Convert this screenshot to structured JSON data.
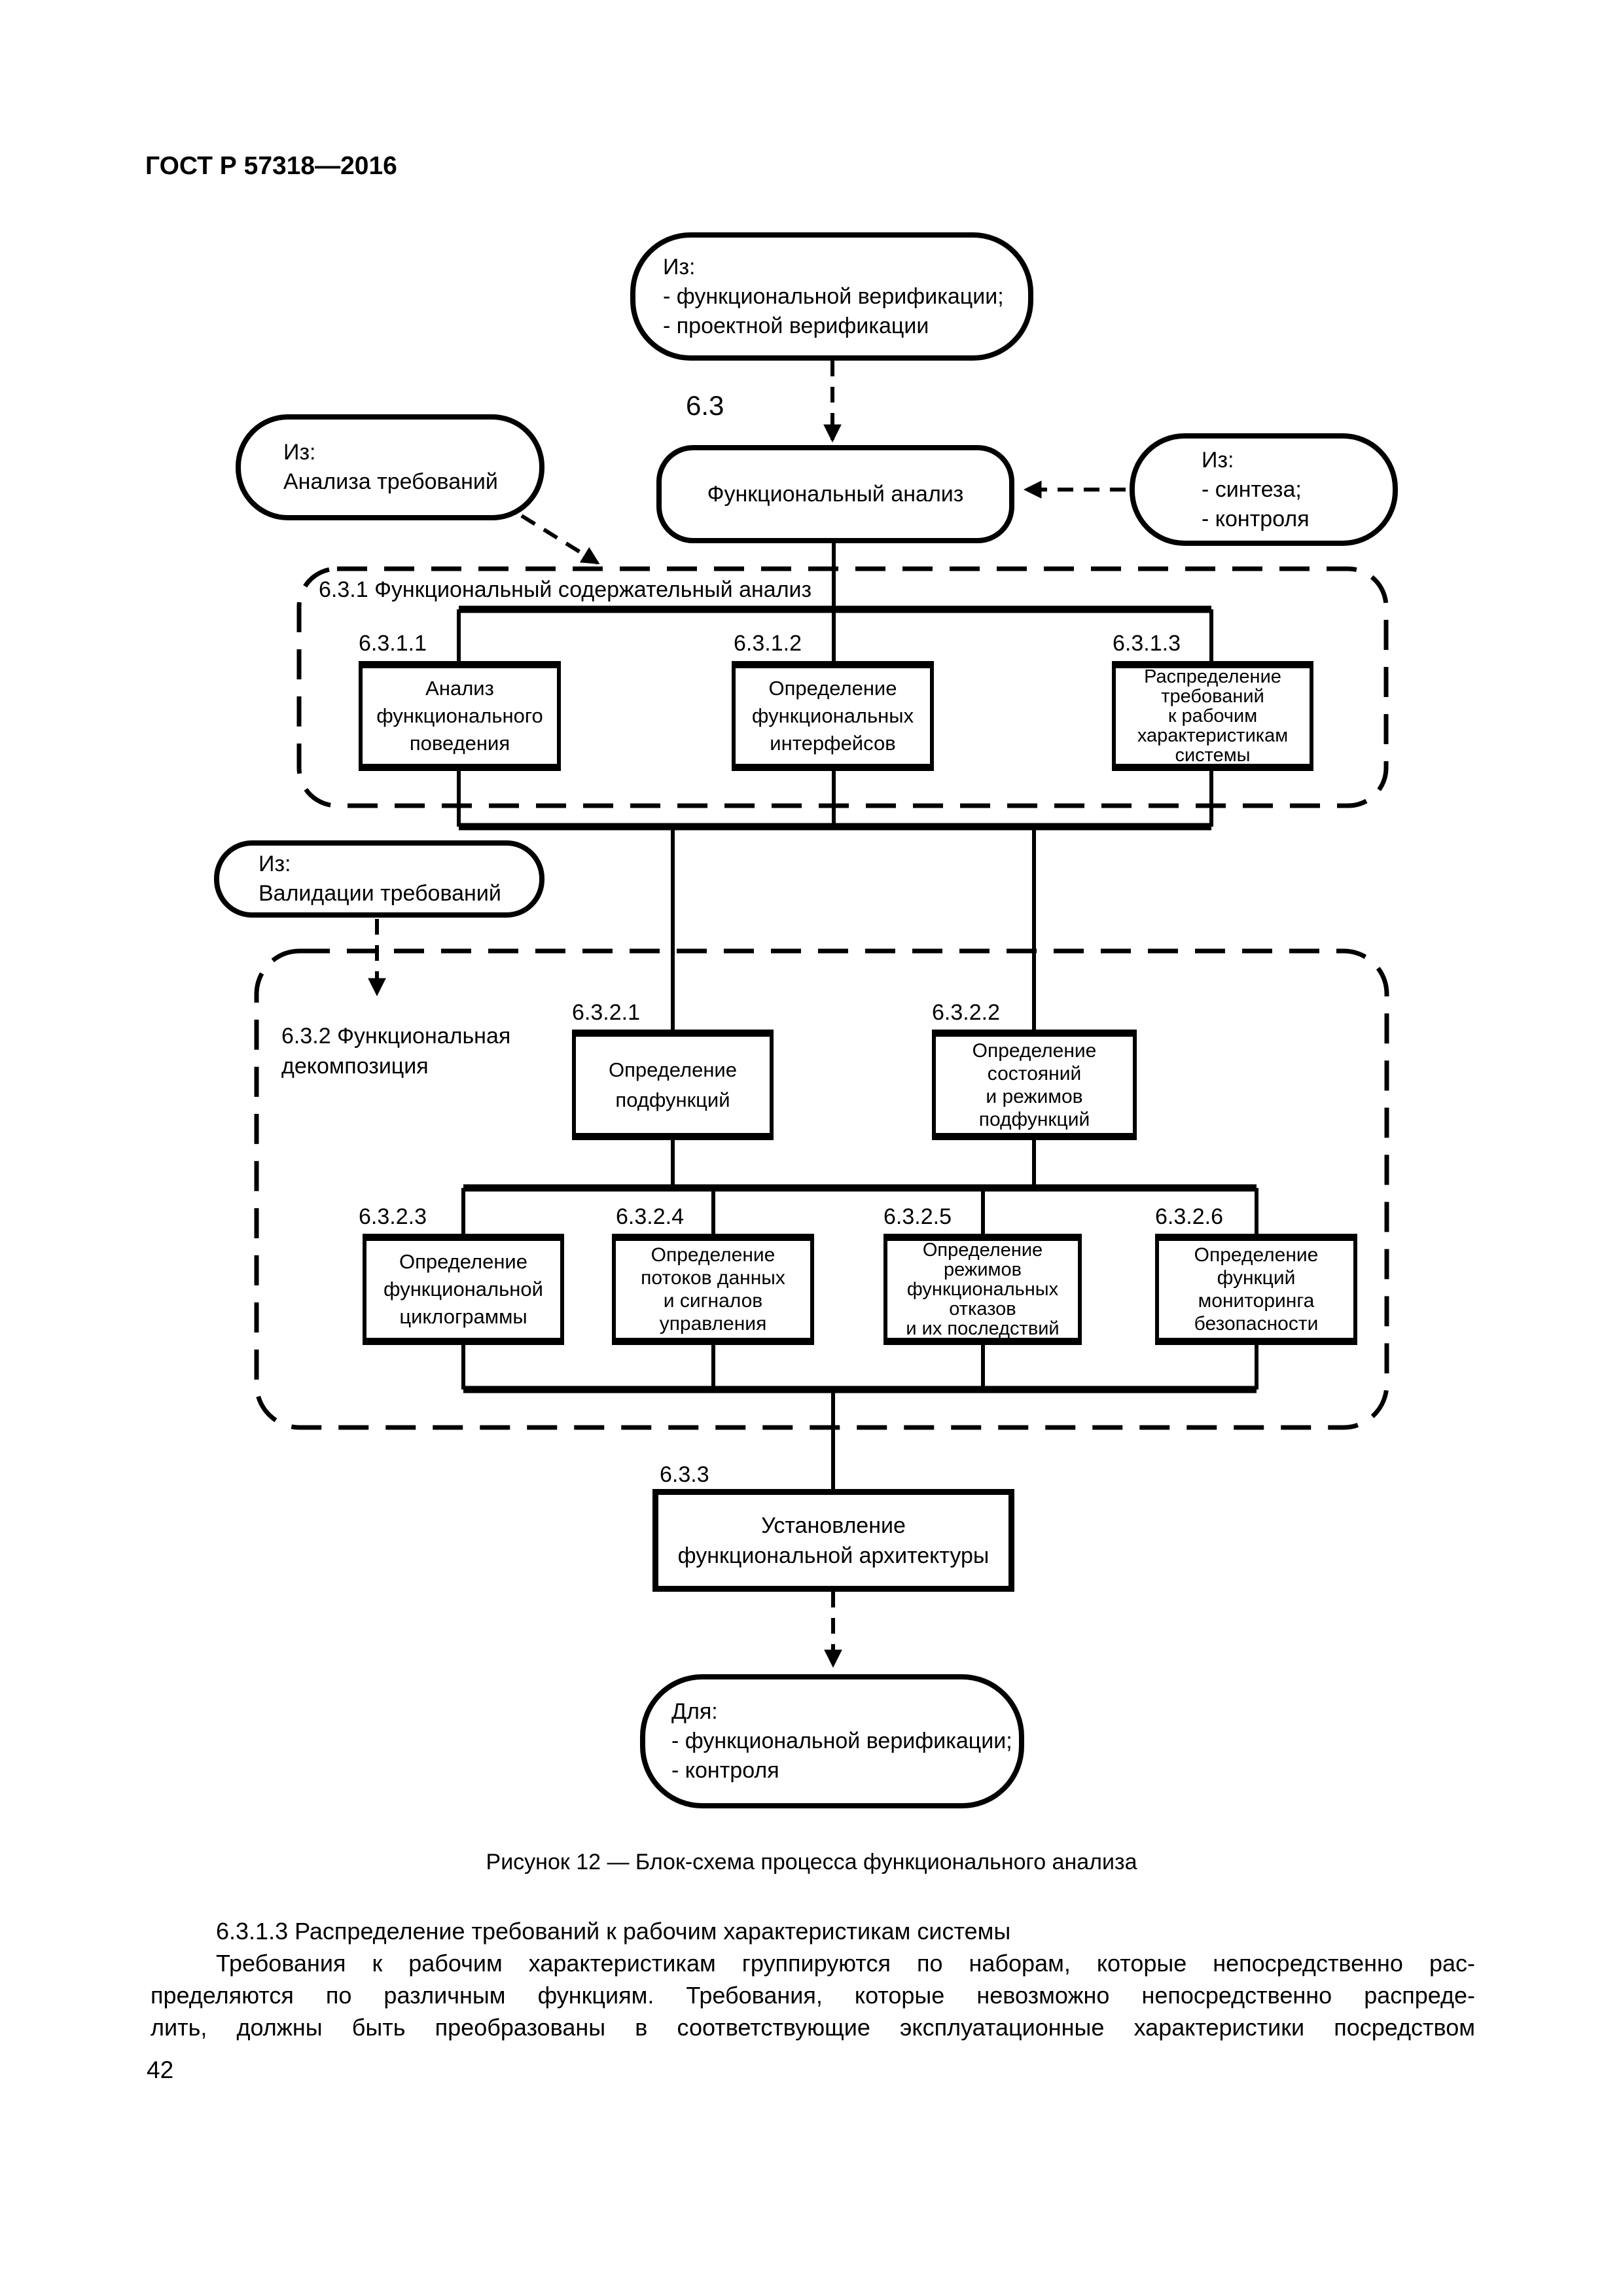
{
  "colors": {
    "ink": "#000000",
    "paper": "#ffffff"
  },
  "header": {
    "title": "ГОСТ Р 57318—2016"
  },
  "figure": {
    "caption": "Рисунок 12 — Блок-схема процесса функционального анализа",
    "terminals": {
      "top": {
        "lines": [
          "Из:",
          "- функциональной верификации;",
          "- проектной верификации"
        ]
      },
      "left": {
        "lines": [
          "Из:",
          "Анализа требований"
        ]
      },
      "right": {
        "lines": [
          "Из:",
          "- синтеза;",
          "- контроля"
        ]
      },
      "validation": {
        "lines": [
          "Из:",
          "Валидации требований"
        ]
      },
      "bottom": {
        "lines": [
          "Для:",
          "- функциональной верификации;",
          "- контроля"
        ]
      }
    },
    "process": {
      "number": "6.3",
      "label": "Функциональный анализ"
    },
    "group1": {
      "label": "6.3.1 Функциональный содержательный анализ"
    },
    "group2": {
      "label_lines": [
        "6.3.2 Функциональная",
        "декомпозиция"
      ]
    },
    "boxes": {
      "b6311": {
        "number": "6.3.1.1",
        "lines": [
          "Анализ",
          "функционального",
          "поведения"
        ]
      },
      "b6312": {
        "number": "6.3.1.2",
        "lines": [
          "Определение",
          "функциональных",
          "интерфейсов"
        ]
      },
      "b6313": {
        "number": "6.3.1.3",
        "lines": [
          "Распределение",
          "требований",
          "к рабочим",
          "характеристикам",
          "системы"
        ]
      },
      "b6321": {
        "number": "6.3.2.1",
        "lines": [
          "Определение",
          "подфункций"
        ]
      },
      "b6322": {
        "number": "6.3.2.2",
        "lines": [
          "Определение",
          "состояний",
          "и режимов",
          "подфункций"
        ]
      },
      "b6323": {
        "number": "6.3.2.3",
        "lines": [
          "Определение",
          "функциональной",
          "циклограммы"
        ]
      },
      "b6324": {
        "number": "6.3.2.4",
        "lines": [
          "Определение",
          "потоков данных",
          "и сигналов",
          "управления"
        ]
      },
      "b6325": {
        "number": "6.3.2.5",
        "lines": [
          "Определение",
          "режимов",
          "функциональных",
          "отказов",
          "и их последствий"
        ]
      },
      "b6326": {
        "number": "6.3.2.6",
        "lines": [
          "Определение",
          "функций",
          "мониторинга",
          "безопасности"
        ]
      },
      "b633": {
        "number": "6.3.3",
        "lines": [
          "Установление",
          "функциональной архитектуры"
        ]
      }
    }
  },
  "body": {
    "heading": "6.3.1.3 Распределение требований к рабочим характеристикам системы",
    "lines": [
      "Требования к рабочим характеристикам группируются по наборам, которые непосредственно рас-",
      "пределяются по различным функциям. Требования, которые невозможно непосредственно распреде-",
      "лить, должны быть преобразованы в соответствующие эксплуатационные характеристики посредством"
    ]
  },
  "footer": {
    "page_number": "42"
  }
}
